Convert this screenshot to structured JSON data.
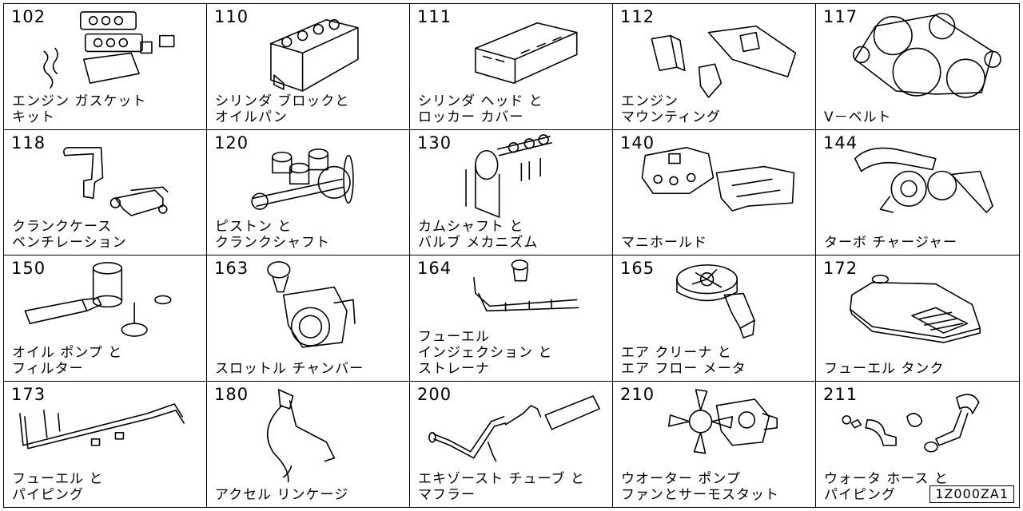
{
  "catalog": {
    "reference_code": "1Z000ZA1",
    "sections": [
      {
        "code": "102",
        "label": [
          "エンジン ガスケット",
          "キット"
        ],
        "icon": "gasket-kit-icon"
      },
      {
        "code": "110",
        "label": [
          "シリンダ ブロックと",
          "オイルパン"
        ],
        "icon": "cylinder-block-icon"
      },
      {
        "code": "111",
        "label": [
          "シリンダ ヘッド と",
          "ロッカー カバー"
        ],
        "icon": "cylinder-head-icon"
      },
      {
        "code": "112",
        "label": [
          "エンジン",
          "マウンティング"
        ],
        "icon": "engine-mount-icon"
      },
      {
        "code": "117",
        "label": [
          "V－ベルト"
        ],
        "icon": "v-belt-icon"
      },
      {
        "code": "118",
        "label": [
          "クランクケース",
          "ベンチレーション"
        ],
        "icon": "crankcase-ventilation-icon"
      },
      {
        "code": "120",
        "label": [
          "ピストン と",
          "クランクシャフト"
        ],
        "icon": "piston-crankshaft-icon"
      },
      {
        "code": "130",
        "label": [
          "カムシャフト と",
          "バルブ メカニズム"
        ],
        "icon": "camshaft-valve-icon"
      },
      {
        "code": "140",
        "label": [
          "マニホールド"
        ],
        "icon": "manifold-icon"
      },
      {
        "code": "144",
        "label": [
          "ターボ チャージャー"
        ],
        "icon": "turbocharger-icon"
      },
      {
        "code": "150",
        "label": [
          "オイル ポンプ と",
          "フィルター"
        ],
        "icon": "oil-pump-filter-icon"
      },
      {
        "code": "163",
        "label": [
          "スロットル チャンバー"
        ],
        "icon": "throttle-chamber-icon"
      },
      {
        "code": "164",
        "label": [
          "フューエル",
          "インジェクション と",
          "ストレーナ"
        ],
        "icon": "fuel-injection-icon"
      },
      {
        "code": "165",
        "label": [
          "エア クリーナ と",
          "エア フロー メータ"
        ],
        "icon": "air-cleaner-icon"
      },
      {
        "code": "172",
        "label": [
          "フューエル タンク"
        ],
        "icon": "fuel-tank-icon"
      },
      {
        "code": "173",
        "label": [
          "フューエル と",
          "パイピング"
        ],
        "icon": "fuel-piping-icon"
      },
      {
        "code": "180",
        "label": [
          "アクセル リンケージ"
        ],
        "icon": "accelerator-linkage-icon"
      },
      {
        "code": "200",
        "label": [
          "エキゾースト チューブ と",
          "マフラー"
        ],
        "icon": "exhaust-muffler-icon"
      },
      {
        "code": "210",
        "label": [
          "ウオーター ポンプ",
          "ファンとサーモスタット"
        ],
        "icon": "water-pump-fan-icon"
      },
      {
        "code": "211",
        "label": [
          "ウォータ ホース と",
          "パイピング"
        ],
        "icon": "water-hose-icon"
      }
    ]
  }
}
